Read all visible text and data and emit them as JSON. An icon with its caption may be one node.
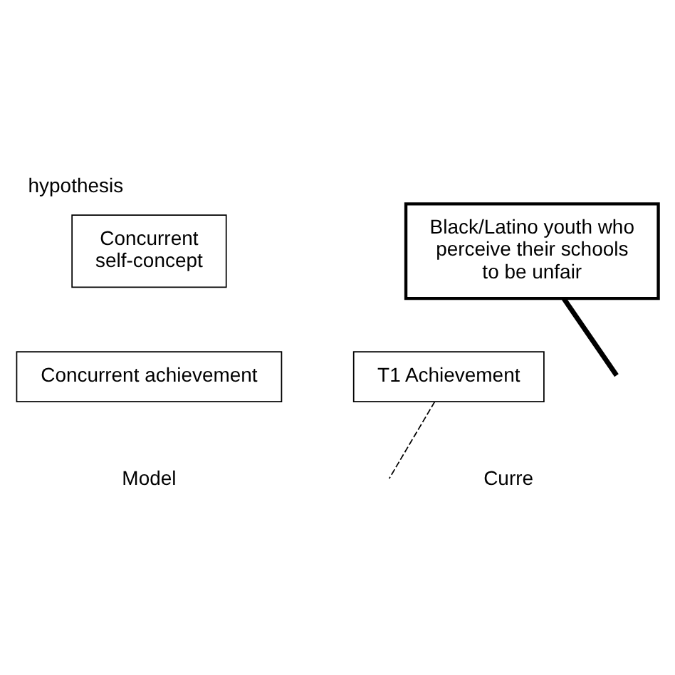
{
  "diagram": {
    "title": "hypothesis",
    "nodes": [
      {
        "text": [
          "Concurrent self-concept"
        ]
      },
      {
        "text": [
          "Concurrent achievement"
        ]
      },
      {
        "text": [
          "Black/Latino youth who perceive their schools to be unfair"
        ]
      },
      {
        "text": [
          "T1 Achievement"
        ]
      }
    ],
    "edges": [
      {
        "from": 2,
        "to": null,
        "arrow": "none",
        "style": "thick"
      },
      {
        "from": 3,
        "to": null,
        "arrow": "none",
        "style": "dashed"
      }
    ],
    "labels": [
      "Model",
      "Curre"
    ]
  }
}
